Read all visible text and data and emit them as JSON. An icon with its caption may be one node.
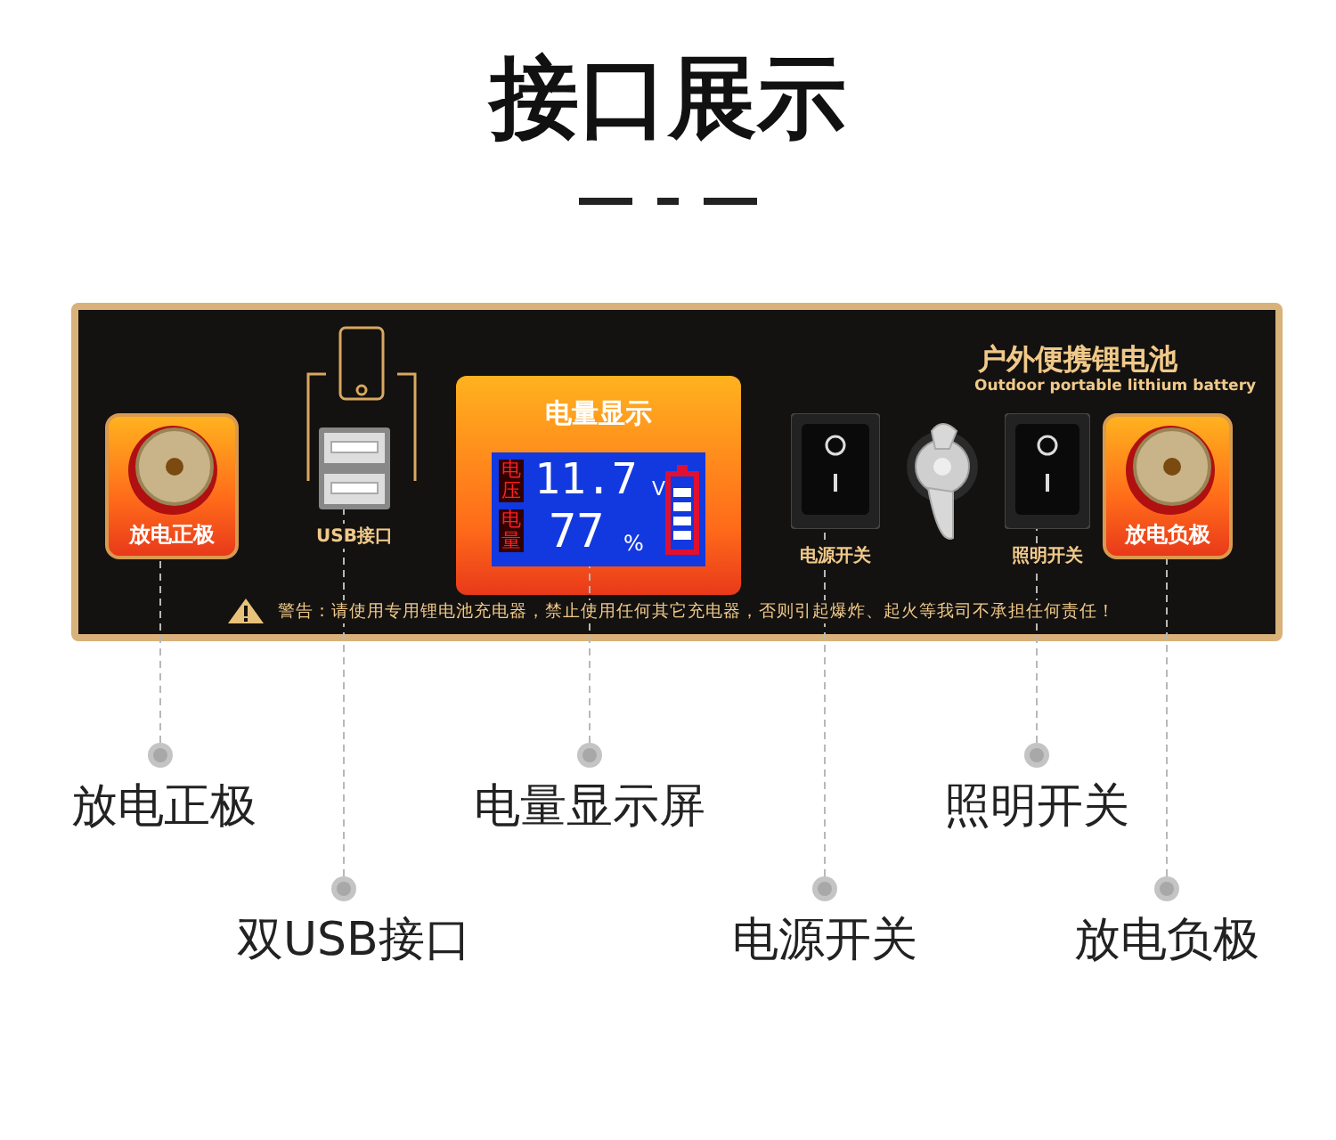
{
  "diagram": {
    "title": "接口展示",
    "nodes": [
      {
        "text": [
          "户外便携锂电池",
          "Outdoor portable lithium battery",
          "警告：请使用专用锂电池充电器，禁止使用任何其它充电器，否则引起爆炸、起火等我司不承担任何责任！"
        ]
      },
      {
        "text": [
          "放电正极"
        ],
        "in": 0
      },
      {
        "text": [],
        "shape": "picture",
        "in": 0,
        "beside": [
          "USB接口"
        ]
      },
      {
        "text": [
          "电量显示"
        ],
        "in": 0
      },
      {
        "text": [
          "电压",
          "11.7",
          "V",
          "电量",
          "77",
          "%"
        ],
        "in": 3
      },
      {
        "text": [],
        "shape": "picture",
        "in": 0,
        "beside": [
          "电源开关"
        ]
      },
      {
        "text": [],
        "shape": "picture",
        "in": 0,
        "beside": [
          "照明开关"
        ]
      },
      {
        "text": [
          "放电负极"
        ],
        "in": 0
      },
      {
        "text": [
          "放电正极"
        ]
      },
      {
        "text": [
          "双USB接口"
        ]
      },
      {
        "text": [
          "电量显示屏"
        ]
      },
      {
        "text": [
          "电源开关"
        ]
      },
      {
        "text": [
          "照明开关"
        ]
      },
      {
        "text": [
          "放电负极"
        ]
      }
    ],
    "edges": [
      {
        "from": 8,
        "to": 1,
        "arrow": "other",
        "style": "dashed"
      },
      {
        "from": 9,
        "to": 2,
        "arrow": "other",
        "style": "dashed"
      },
      {
        "from": 10,
        "to": 4,
        "arrow": "other",
        "style": "dashed"
      },
      {
        "from": 11,
        "to": 5,
        "arrow": "other",
        "style": "dashed"
      },
      {
        "from": 12,
        "to": 6,
        "arrow": "other",
        "style": "dashed"
      },
      {
        "from": 13,
        "to": 7,
        "arrow": "other",
        "style": "dashed"
      }
    ]
  }
}
